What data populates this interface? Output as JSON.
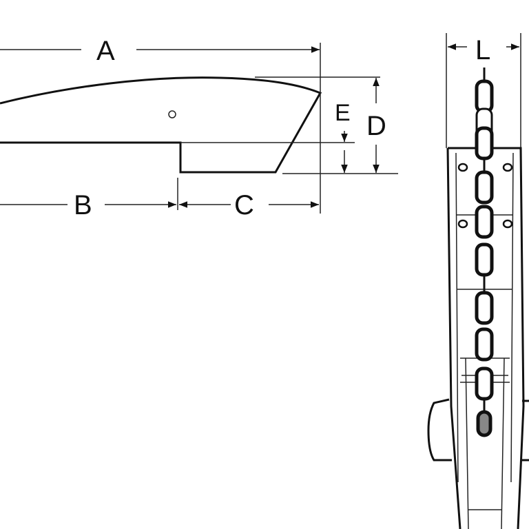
{
  "labels": {
    "A": "A",
    "B": "B",
    "C": "C",
    "D": "D",
    "E": "E",
    "L": "L"
  },
  "colors": {
    "line": "#111111",
    "background": "#ffffff"
  }
}
